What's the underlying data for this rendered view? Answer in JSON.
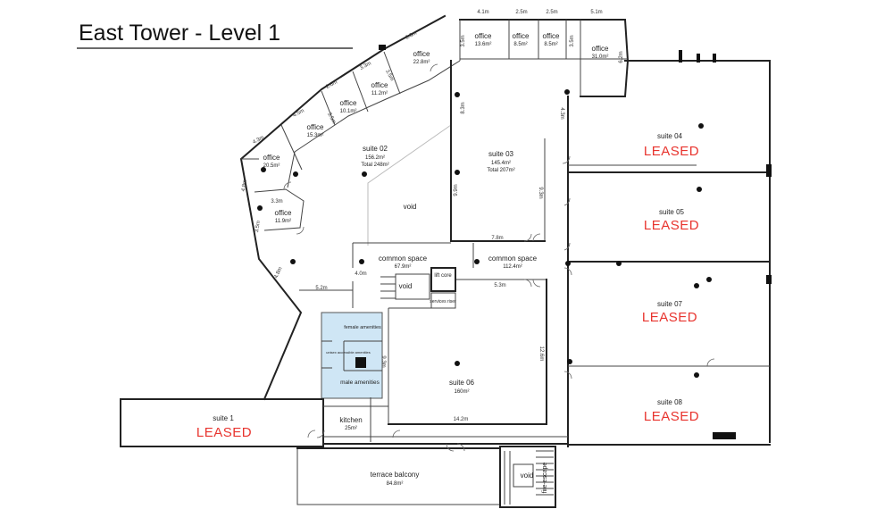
{
  "title": "East Tower - Level 1",
  "rooms": {
    "suite_04": {
      "name": "suite 04",
      "status": "LEASED"
    },
    "suite_05": {
      "name": "suite 05",
      "status": "LEASED"
    },
    "suite_07": {
      "name": "suite 07",
      "status": "LEASED"
    },
    "suite_08": {
      "name": "suite 08",
      "status": "LEASED"
    },
    "suite_1": {
      "name": "suite 1",
      "status": "LEASED"
    },
    "suite_02": {
      "name": "suite 02",
      "area": "156.2m²",
      "total": "Total 248m²"
    },
    "suite_03": {
      "name": "suite 03",
      "area": "145.4m²",
      "total": "Total 207m²"
    },
    "suite_06": {
      "name": "suite 06",
      "area": "160m²"
    },
    "office_13_6": {
      "name": "office",
      "area": "13.6m²"
    },
    "office_8_5a": {
      "name": "office",
      "area": "8.5m²"
    },
    "office_8_5b": {
      "name": "office",
      "area": "8.5m²"
    },
    "office_31": {
      "name": "office",
      "area": "31.0m²"
    },
    "office_22_8": {
      "name": "office",
      "area": "22.8m²"
    },
    "office_11_2": {
      "name": "office",
      "area": "11.2m²"
    },
    "office_10_1": {
      "name": "office",
      "area": "10.1m²"
    },
    "office_15_3": {
      "name": "office",
      "area": "15.3m²"
    },
    "office_20_5": {
      "name": "office",
      "area": "20.5m²"
    },
    "office_11_9": {
      "name": "office",
      "area": "11.9m²"
    },
    "void_main": {
      "name": "void"
    },
    "void_core": {
      "name": "void"
    },
    "void_stair": {
      "name": "void"
    },
    "common_west": {
      "name": "common space",
      "area": "67.9m²"
    },
    "common_east": {
      "name": "common space",
      "area": "112.4m²"
    },
    "lift_core": {
      "name": "lift core"
    },
    "services_riser": {
      "name": "services riser"
    },
    "female_amenities": {
      "name": "female amenities"
    },
    "accessible_amenities": {
      "name": "unisex accessible amenities"
    },
    "male_amenities": {
      "name": "male amenities"
    },
    "kitchen": {
      "name": "kitchen",
      "area": "25m²"
    },
    "terrace": {
      "name": "terrace balcony",
      "area": "84.8m²"
    },
    "fire_escape": {
      "name": "fire-escape"
    }
  },
  "dimensions": {
    "d_4_1": "4.1m",
    "d_2_5a": "2.5m",
    "d_2_5b": "2.5m",
    "d_5_1": "5.1m",
    "d_3_5a": "3.5m",
    "d_3_5b": "3.5m",
    "d_6_2": "6.2m",
    "d_6_6": "6.6m",
    "d_3_3a": "3.3m",
    "d_2_6": "2.6m",
    "d_3_5c": "3.5m",
    "d_4_5": "4.5m",
    "d_3_5d": "3.5m",
    "d_4_3": "4.3m",
    "d_4_8": "4.8m",
    "d_3_3b": "3.3m",
    "d_3_5e": "3.5m",
    "d_4_8b": "4.8m",
    "d_8_3": "8.3m",
    "d_4_3b": "4.3m",
    "d_9_9": "9.9m",
    "d_9_3": "9.3m",
    "d_7_8": "7.8m",
    "d_5_2": "5.2m",
    "d_4_0": "4.0m",
    "d_5_3": "5.3m",
    "d_9_3b": "9.3m",
    "d_12_6": "12.6m",
    "d_14_2": "14.2m"
  }
}
